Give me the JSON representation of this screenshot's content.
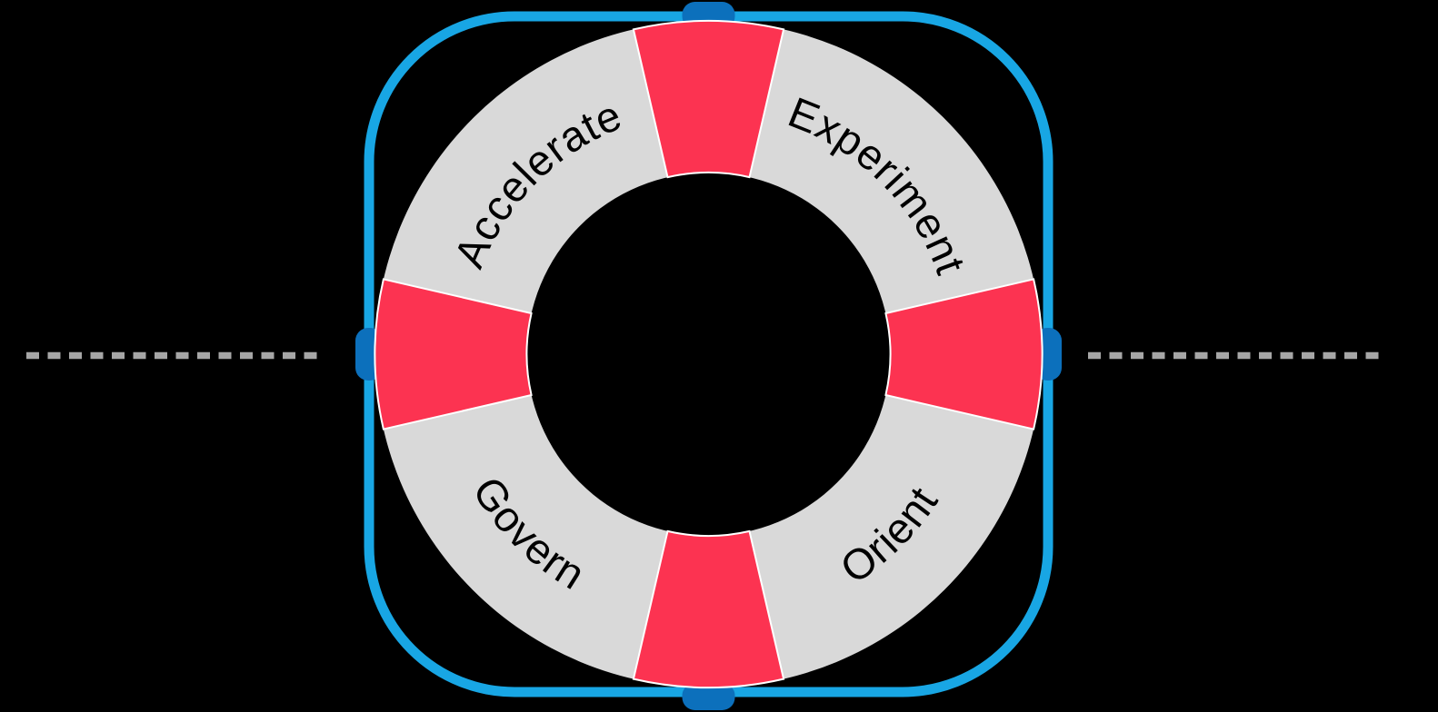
{
  "diagram": {
    "type": "lifebuoy-ring-cycle",
    "labels": {
      "top_left": "Accelerate",
      "top_right": "Experiment",
      "bottom_left": "Govern",
      "bottom_right": "Orient"
    },
    "colors": {
      "background": "#000000",
      "ring": "#D9D9D9",
      "segments": "#FC3351",
      "frame": "#18A6E4",
      "tabs": "#0C70BC",
      "dashes": "#A6A6A6",
      "label_text": "#000000"
    }
  }
}
